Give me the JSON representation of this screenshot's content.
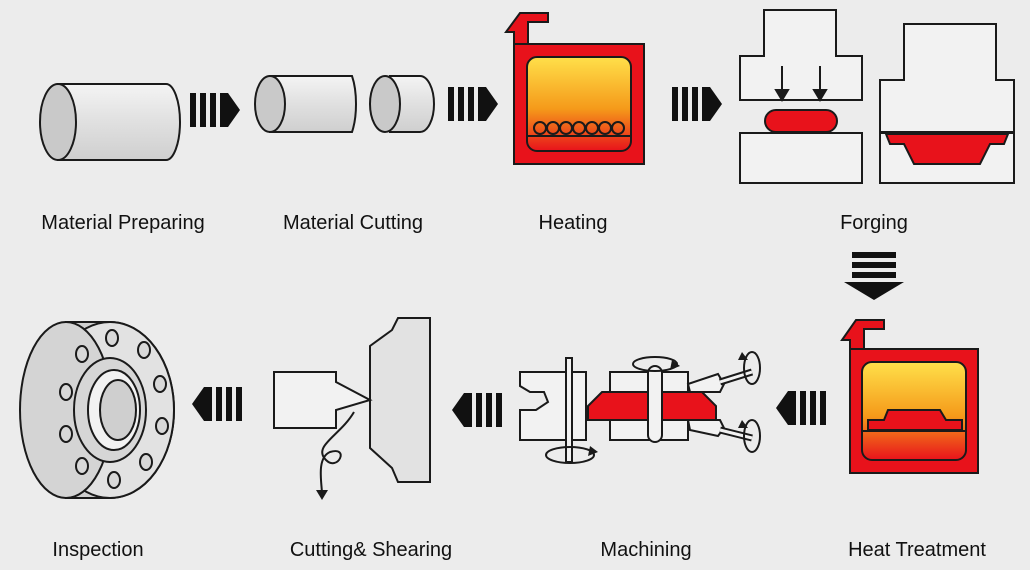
{
  "steps": [
    {
      "label": "Material Preparing"
    },
    {
      "label": "Material Cutting"
    },
    {
      "label": "Heating"
    },
    {
      "label": "Forging"
    },
    {
      "label": "Heat Treatment"
    },
    {
      "label": "Machining"
    },
    {
      "label": "Cutting& Shearing"
    },
    {
      "label": "Inspection"
    }
  ],
  "colors": {
    "background": "#ececec",
    "outline": "#1a1a1a",
    "hot_metal": "#e8121b",
    "metal_light": "#e2e2e2",
    "metal_dark": "#c4c4c4",
    "furnace_gradient_top": "#ffe04a",
    "furnace_gradient_bottom": "#e8121b"
  },
  "icons": [
    "cylinder-bar-icon",
    "cut-billets-icon",
    "furnace-icon",
    "forging-press-icon",
    "die-forged-part-icon",
    "heat-treatment-furnace-icon",
    "machining-lathe-icon",
    "shearing-tool-icon",
    "flange-icon",
    "flow-arrow-icon"
  ]
}
